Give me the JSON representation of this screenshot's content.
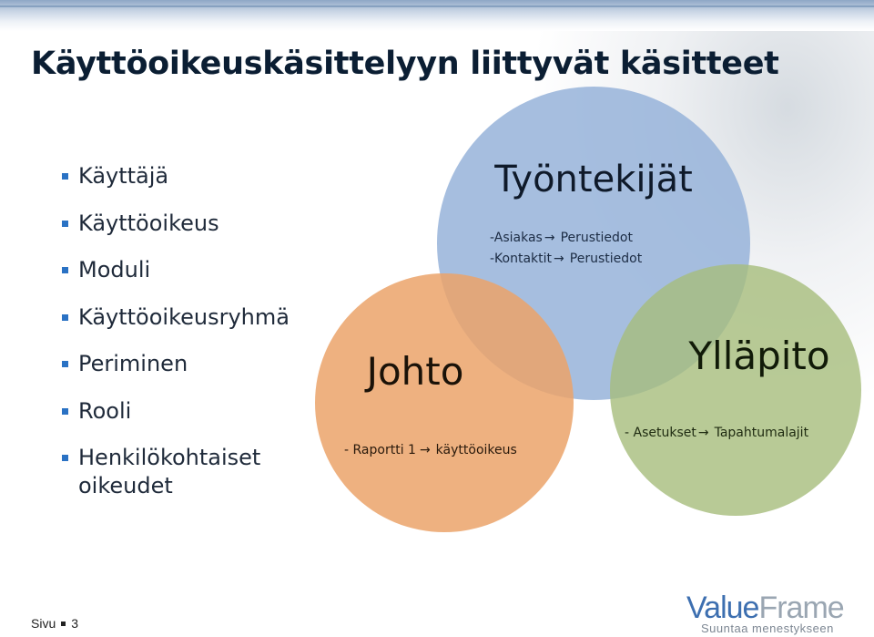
{
  "title": "Käyttöoikeuskäsittelyyn liittyvät käsitteet",
  "bullets": [
    "Käyttäjä",
    "Käyttöoikeus",
    "Moduli",
    "Käyttöoikeusryhmä",
    "Periminen",
    "Rooli",
    "Henkilökohtaiset oikeudet"
  ],
  "circles": {
    "tyontekijat": {
      "label": "Työntekijät",
      "line1_prefix": "-Asiakas",
      "line1_target": "Perustiedot",
      "line2_prefix": "-Kontaktit",
      "line2_target": "Perustiedot",
      "color": "#97b3d9"
    },
    "johto": {
      "label": "Johto",
      "line1_prefix": "- Raportti 1",
      "line1_target": "käyttöoikeus",
      "color": "#eba36a"
    },
    "yllapito": {
      "label": "Ylläpito",
      "line1_prefix": "- Asetukset",
      "line1_target": "Tapahtumalajit",
      "color": "#b0c488"
    }
  },
  "arrow_glyph": "→",
  "footer": {
    "page_label": "Sivu",
    "page_number": "3"
  },
  "logo": {
    "part1": "Value",
    "part2": "Frame",
    "tagline": "Suuntaa menestykseen"
  }
}
